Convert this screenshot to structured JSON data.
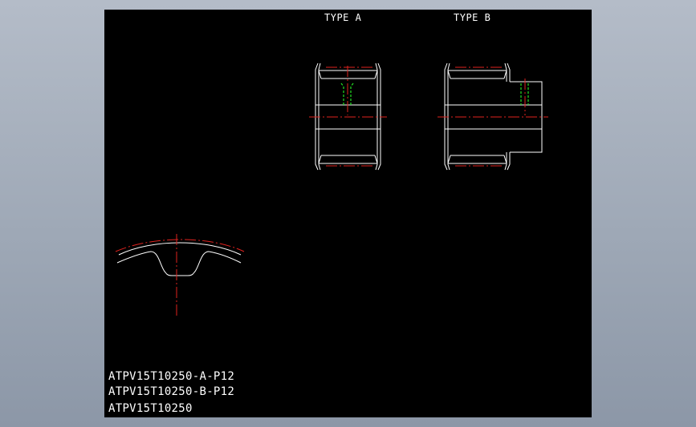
{
  "drawing": {
    "type_a_label": "TYPE A",
    "type_b_label": "TYPE B",
    "part_numbers": [
      "ATPV15T10250-A-P12",
      "ATPV15T10250-B-P12",
      "ATPV15T10250"
    ]
  },
  "colors": {
    "background": "#000000",
    "outline": "#ffffff",
    "centerline": "#e0221e",
    "hidden_line": "#22e022",
    "viewport_frame": "#9ea8b6"
  }
}
